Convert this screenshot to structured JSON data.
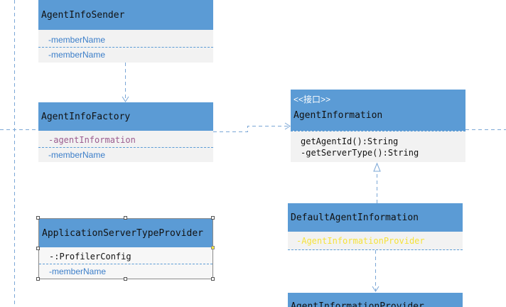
{
  "classes": {
    "sender": {
      "name": "AgentInfoSender",
      "members": [
        "-memberName",
        "-memberName"
      ]
    },
    "factory": {
      "name": "AgentInfoFactory",
      "members": [
        "-agentInformation",
        "-memberName"
      ]
    },
    "interface": {
      "stereotype": "<<接口>>",
      "name": "AgentInformation",
      "methods": [
        "getAgentId():String",
        "-getServerType():String"
      ]
    },
    "app_server": {
      "name": "ApplicationServerTypeProvider",
      "members": [
        "-:ProfilerConfig",
        "-memberName"
      ]
    },
    "default_info": {
      "name": "DefaultAgentInformation",
      "members": [
        "-AgentInformationProvider"
      ]
    },
    "provider": {
      "name": "AgentInformationProvider"
    }
  },
  "colors": {
    "header": "#5b9bd5",
    "body": "#f2f2f2",
    "member_text": "#3b7ec9",
    "dashed_line": "#5b9bd5",
    "field_highlight": "#f5e23b"
  }
}
